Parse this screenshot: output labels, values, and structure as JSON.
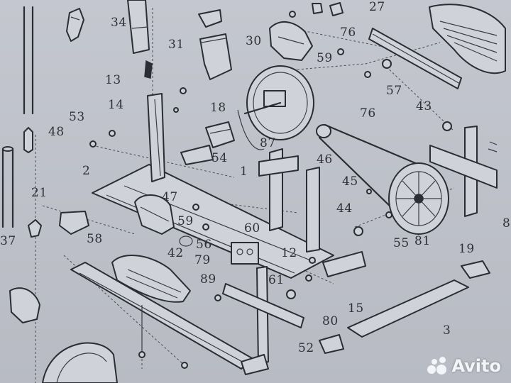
{
  "diagram": {
    "part_labels": [
      {
        "id": "34",
        "text": "34"
      },
      {
        "id": "31",
        "text": "31"
      },
      {
        "id": "30",
        "text": "30"
      },
      {
        "id": "27",
        "text": "27"
      },
      {
        "id": "76a",
        "text": "76"
      },
      {
        "id": "59a",
        "text": "59"
      },
      {
        "id": "13",
        "text": "13"
      },
      {
        "id": "57",
        "text": "57"
      },
      {
        "id": "14",
        "text": "14"
      },
      {
        "id": "18",
        "text": "18"
      },
      {
        "id": "76b",
        "text": "76"
      },
      {
        "id": "43",
        "text": "43"
      },
      {
        "id": "53",
        "text": "53"
      },
      {
        "id": "48",
        "text": "48"
      },
      {
        "id": "87",
        "text": "87"
      },
      {
        "id": "54",
        "text": "54"
      },
      {
        "id": "46",
        "text": "46"
      },
      {
        "id": "2",
        "text": "2"
      },
      {
        "id": "1",
        "text": "1"
      },
      {
        "id": "45",
        "text": "45"
      },
      {
        "id": "21",
        "text": "21"
      },
      {
        "id": "47",
        "text": "47"
      },
      {
        "id": "44",
        "text": "44"
      },
      {
        "id": "59b",
        "text": "59"
      },
      {
        "id": "37",
        "text": "37"
      },
      {
        "id": "58",
        "text": "58"
      },
      {
        "id": "60",
        "text": "60"
      },
      {
        "id": "81",
        "text": "81"
      },
      {
        "id": "56",
        "text": "56"
      },
      {
        "id": "55",
        "text": "55"
      },
      {
        "id": "42",
        "text": "42"
      },
      {
        "id": "79",
        "text": "79"
      },
      {
        "id": "12",
        "text": "12"
      },
      {
        "id": "19",
        "text": "19"
      },
      {
        "id": "89",
        "text": "89"
      },
      {
        "id": "61",
        "text": "61"
      },
      {
        "id": "15",
        "text": "15"
      },
      {
        "id": "80",
        "text": "80"
      },
      {
        "id": "3",
        "text": "3"
      },
      {
        "id": "52",
        "text": "52"
      },
      {
        "id": "8",
        "text": "8"
      }
    ]
  },
  "watermark": {
    "text": "Avito"
  },
  "colors": {
    "paper": "#c0c3cb",
    "ink": "#2b2d34",
    "watermark": "#f4f5f8"
  }
}
